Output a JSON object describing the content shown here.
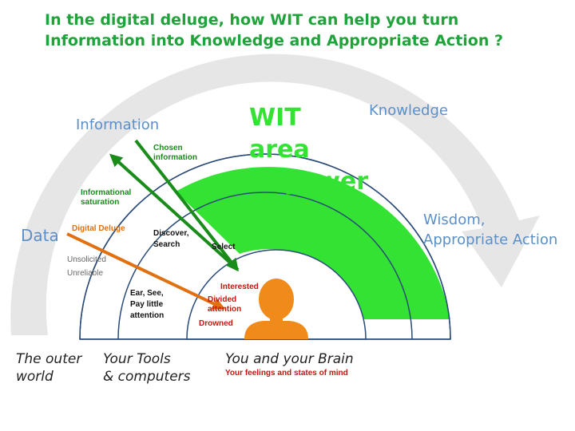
{
  "title": "In the digital deluge, how WIT can help you turn Information into Knowledge and Appropriate Action ?",
  "cycle_labels": {
    "data": "Data",
    "information": "Information",
    "knowledge": "Knowledge",
    "wisdom_line1": "Wisdom,",
    "wisdom_line2": "Appropriate Action"
  },
  "wit_area": {
    "line1": "WIT area",
    "line2": "of power"
  },
  "arrow_labels": {
    "chosen_information_line1": "Chosen",
    "chosen_information_line2": "information",
    "informational_saturation_line1": "Informational",
    "informational_saturation_line2": "saturation",
    "digital_deluge": "Digital Deluge",
    "select": "Select"
  },
  "layer_labels": {
    "discover_line1": "Discover,",
    "discover_line2": "Search",
    "unsolicited": "Unsolicited",
    "unreliable": "Unreliable",
    "ear_line1": "Ear, See,",
    "ear_line2": "Pay little",
    "ear_line3": "attention"
  },
  "brain_states": {
    "interested": "Interested",
    "divided_line1": "Divided",
    "divided_line2": "attention",
    "drowned": "Drowned"
  },
  "bottom_labels": {
    "outer_line1": "The outer",
    "outer_line2": "world",
    "tools_line1": "Your Tools",
    "tools_line2": "& computers",
    "brain": "You and your Brain",
    "brain_sub": "Your feelings and states of mind"
  },
  "colors": {
    "title_green": "#1fa33a",
    "wit_green": "#33e233",
    "cycle_gray": "#e6e6e6",
    "arrow_green": "#1a8c1a",
    "arrow_orange": "#e07010",
    "person_orange": "#f08a1a",
    "label_blue": "#5b8fc9"
  },
  "icons": [
    "cycle-arrow",
    "person-head-icon"
  ]
}
